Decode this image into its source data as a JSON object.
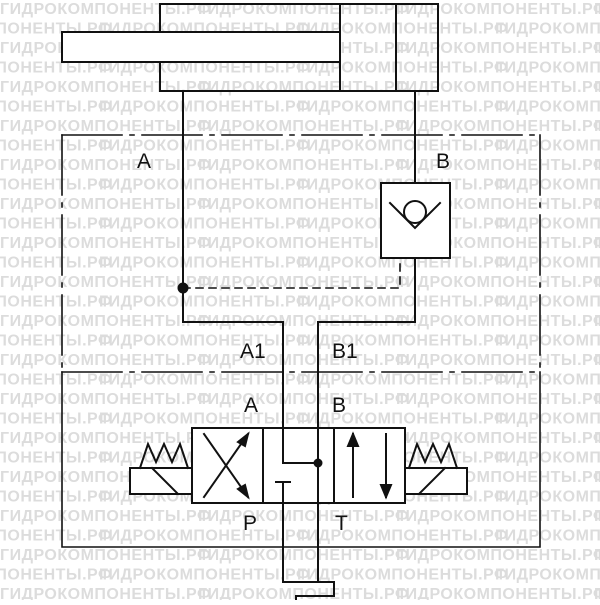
{
  "diagram": {
    "watermark": "ГИДРОКОМПОНЕНТЫ.РФ",
    "ports": {
      "a_top": "A",
      "b_top": "B",
      "a1": "A1",
      "b1": "B1",
      "a_valve": "A",
      "b_valve": "B",
      "p": "P",
      "t": "T"
    },
    "colors": {
      "line": "#111111",
      "watermark": "#dcdcdc",
      "background": "#ffffff"
    }
  }
}
